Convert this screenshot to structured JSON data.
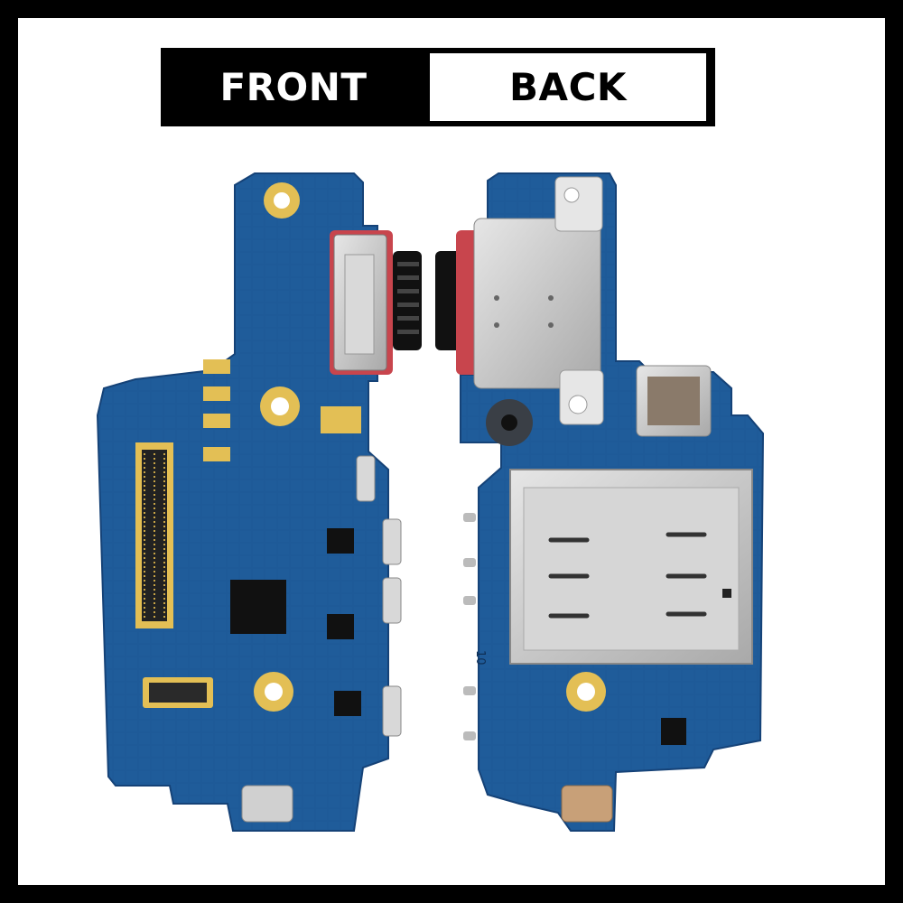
{
  "header": {
    "front_label": "FRONT",
    "back_label": "BACK"
  },
  "colors": {
    "board": "#1f5c9a",
    "board_dark": "#184a80",
    "gold": "#e3bf55",
    "connector_red": "#c8454d",
    "metal": "#c8c8c8",
    "chip": "#111111"
  },
  "photo": {
    "subject": "charging-port-board",
    "views": [
      "front-view",
      "back-view"
    ],
    "silkscreen_text": "10"
  }
}
